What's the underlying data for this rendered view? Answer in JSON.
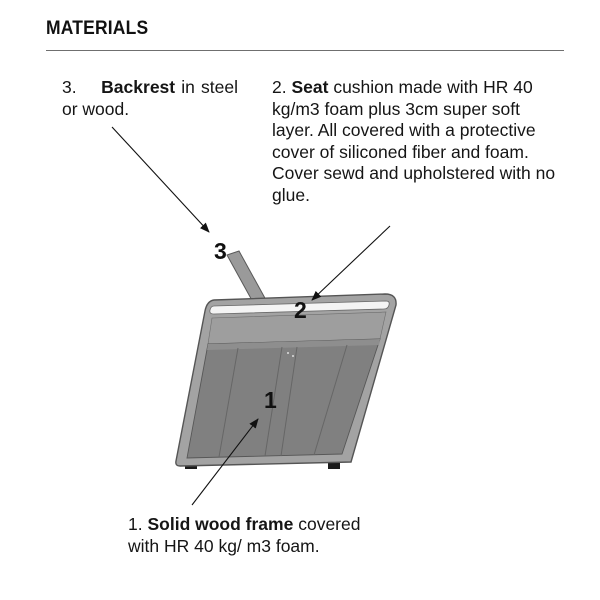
{
  "heading": "MATERIALS",
  "callouts": {
    "backrest": {
      "number": "3.",
      "title": "Backrest",
      "text": "in steel or wood."
    },
    "seat": {
      "number": "2.",
      "title": "Seat",
      "text": "cushion made with HR 40 kg/m3 foam plus 3cm super soft layer. All covered with a protective cover of siliconed fiber and foam. Cover sewd and upholstered with no glue."
    },
    "frame": {
      "number": "1.",
      "title": "Solid wood frame",
      "text": "covered with HR 40 kg/ m3 foam."
    }
  },
  "markers": {
    "one": "1",
    "two": "2",
    "three": "3"
  },
  "colors": {
    "frame_outer": "#9a9a9a",
    "frame_outline": "#555555",
    "panel_dark": "#808080",
    "rail_white": "#f4f4f4",
    "feet": "#1a1a1a"
  }
}
